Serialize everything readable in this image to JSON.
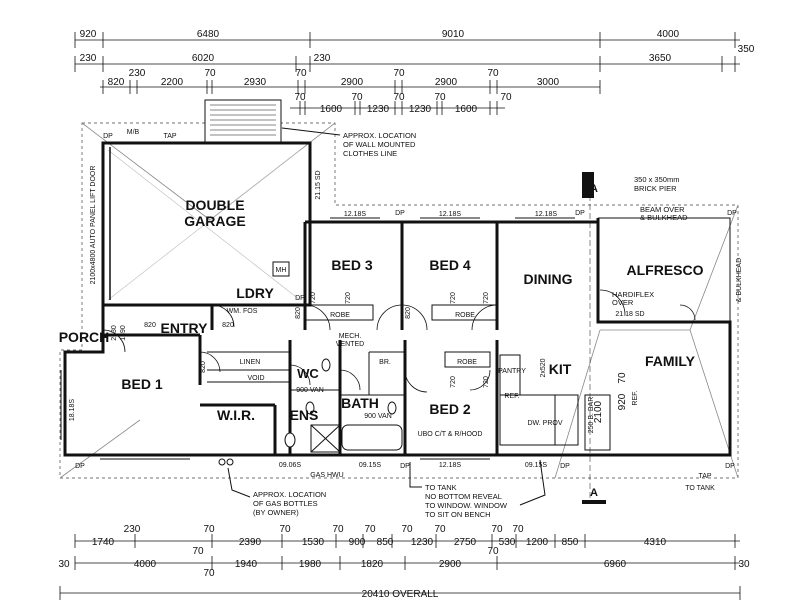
{
  "dims_top": {
    "row1": [
      "920",
      "6480",
      "9010",
      "4000"
    ],
    "row2": [
      "230",
      "6020",
      "230",
      "3650",
      "350"
    ],
    "row3": [
      "820",
      "230",
      "2200",
      "70",
      "2930",
      "70",
      "2900",
      "70",
      "2900",
      "70",
      "3000"
    ],
    "row4": [
      "70",
      "1600",
      "70",
      "1230",
      "70",
      "1230",
      "70",
      "1600",
      "70"
    ]
  },
  "dims_bottom": {
    "row1": [
      "230",
      "70",
      "70",
      "70",
      "70",
      "70",
      "70",
      "70",
      "70",
      "70",
      "70"
    ],
    "row2": [
      "1740",
      "2390",
      "1530",
      "900",
      "850",
      "1230",
      "2750",
      "530",
      "1200",
      "850",
      "4310"
    ],
    "row3": [
      "30",
      "4000",
      "70",
      "1940",
      "1980",
      "1820",
      "2900",
      "6960",
      "30"
    ],
    "overall": "20410 OVERALL"
  },
  "rooms": {
    "garage": "DOUBLE GARAGE",
    "bed3": "BED 3",
    "bed4": "BED 4",
    "dining": "DINING",
    "alfresco": "ALFRESCO",
    "ldry": "LDRY",
    "entry": "ENTRY",
    "porch": "PORCH",
    "family": "FAMILY",
    "kit": "KIT",
    "bed1": "BED 1",
    "wir": "W.I.R.",
    "ens": "ENS",
    "bath": "BATH",
    "bed2": "BED 2",
    "wc": "WC",
    "linen": "LINEN",
    "void": "VOID",
    "br": "BR.",
    "robe": "ROBE",
    "pantry": "PANTRY",
    "mh": "MH"
  },
  "labels": {
    "section_a": "A",
    "dp": "DP",
    "mb": "M/B",
    "tap": "TAP",
    "ceiling_1218": "12.18S",
    "ceiling_2115": "21.15 SD",
    "ceiling_2118": "21.18 SD",
    "ceiling_0906": "09.06S",
    "ceiling_0915": "09.15S",
    "mech_vented": "MECH. VENTED",
    "wm_fos": "WM. FOS",
    "van900": "900 VAN",
    "gas_hwu": "GAS HWU",
    "to_tank": "TO TANK",
    "sd": "SD",
    "garage_door": "2100x4800 AUTO PANEL LIFT DOOR",
    "beam_bulkhead_side": "& BULKHEAD",
    "ubo": "UBO C/T & R/HOOD",
    "dw_prov": "DW. PROV",
    "ref": "REF.",
    "bar": "250 B. BAR",
    "dim_2100": "2100",
    "dim_920": "920",
    "dim_70": "70",
    "dim_2x520": "2x520",
    "dim_720": "720",
    "dim_820": "820",
    "dim_2130": "2130",
    "dim_1890": "1890",
    "dim_1818": "18.18S"
  },
  "notes": {
    "clothesline": [
      "APPROX. LOCATION",
      "OF WALL MOUNTED",
      "CLOTHES LINE"
    ],
    "brick_pier": [
      "350 x 350mm",
      "BRICK PIER"
    ],
    "beam_over": [
      "BEAM OVER",
      "& BULKHEAD"
    ],
    "hardiflex": [
      "HARDIFLEX",
      "OVER"
    ],
    "gas_bottles": [
      "APPROX. LOCATION",
      "OF GAS BOTTLES",
      "(BY OWNER)"
    ],
    "tank_note": [
      "TO TANK",
      "NO BOTTOM REVEAL",
      "TO WINDOW. WINDOW",
      "TO SIT ON BENCH"
    ]
  }
}
